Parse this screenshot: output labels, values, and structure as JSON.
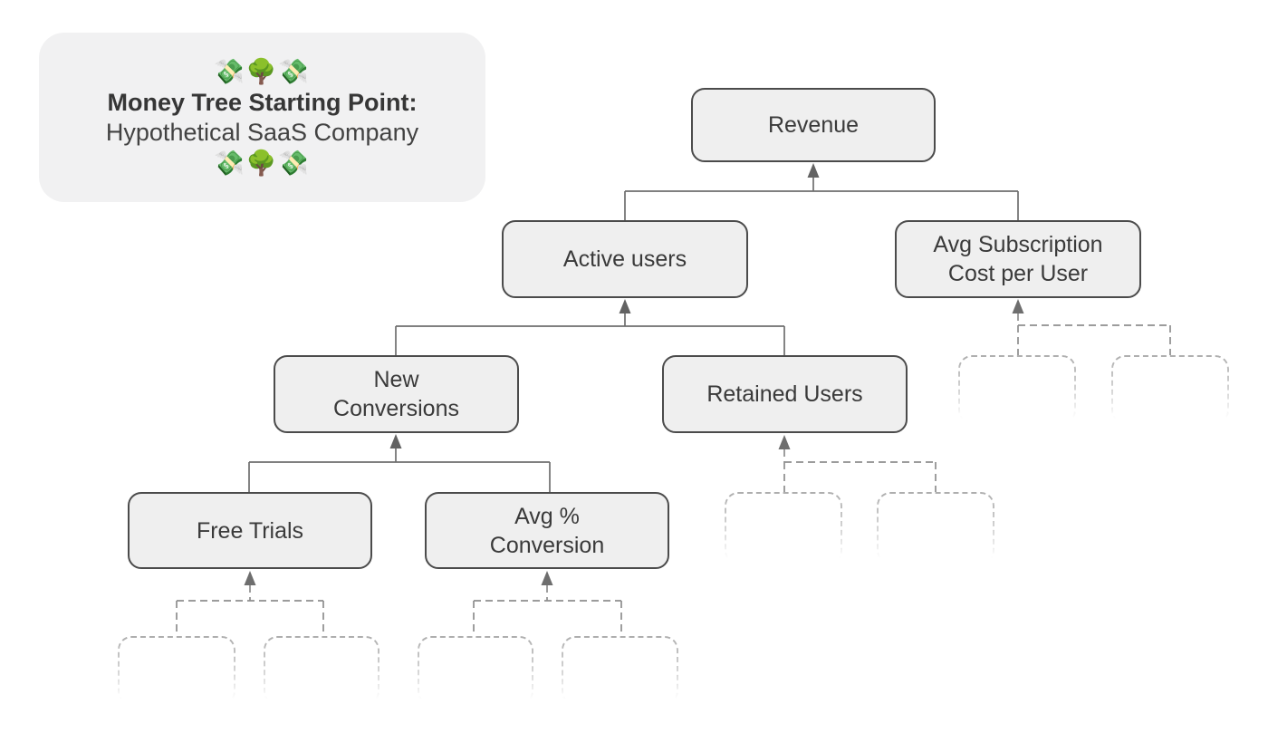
{
  "title_card": {
    "emoji_top": "💸🌳💸",
    "title_line1": "Money Tree Starting Point:",
    "title_line2": "Hypothetical SaaS Company",
    "emoji_bottom": "💸🌳💸"
  },
  "diagram": {
    "type": "tree",
    "direction": "children-point-up-to-parent",
    "nodes": [
      {
        "id": "revenue",
        "label": "Revenue",
        "parent": null
      },
      {
        "id": "active-users",
        "label": "Active users",
        "parent": "revenue"
      },
      {
        "id": "avg-subscription-cost-per-user",
        "label": "Avg Subscription\nCost per User",
        "parent": "revenue"
      },
      {
        "id": "new-conversions",
        "label": "New\nConversions",
        "parent": "active-users"
      },
      {
        "id": "retained-users",
        "label": "Retained Users",
        "parent": "active-users"
      },
      {
        "id": "free-trials",
        "label": "Free Trials",
        "parent": "new-conversions"
      },
      {
        "id": "avg-percent-conversion",
        "label": "Avg %\nConversion",
        "parent": "new-conversions"
      }
    ],
    "placeholders": {
      "free-trials": 2,
      "avg-percent-conversion": 2,
      "retained-users": 2,
      "avg-subscription-cost-per-user": 2
    }
  },
  "colors": {
    "background": "#ffffff",
    "card_background": "#f1f1f2",
    "node_fill": "#efefef",
    "node_border": "#4b4b4b",
    "node_text": "#3a3a3a",
    "connector_solid": "#6e6e6e",
    "connector_dashed": "#8e8e8e",
    "ghost_dash": "#a9a9a9",
    "arrowhead": "#636363"
  }
}
